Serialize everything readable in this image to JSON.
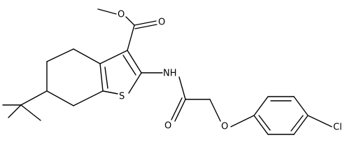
{
  "figure": {
    "type": "chemical-structure",
    "colors": {
      "bond": "#000000",
      "label": "#000000",
      "background": "#ffffff"
    }
  },
  "atoms": {
    "ester_carbonyl_oxygen": "O",
    "ester_ether_oxygen": "O",
    "amide_nitrogen": "NH",
    "thiophene_sulfur": "S",
    "amide_carbonyl_oxygen": "O",
    "aryl_ether_oxygen": "O",
    "chlorine": "Cl"
  }
}
